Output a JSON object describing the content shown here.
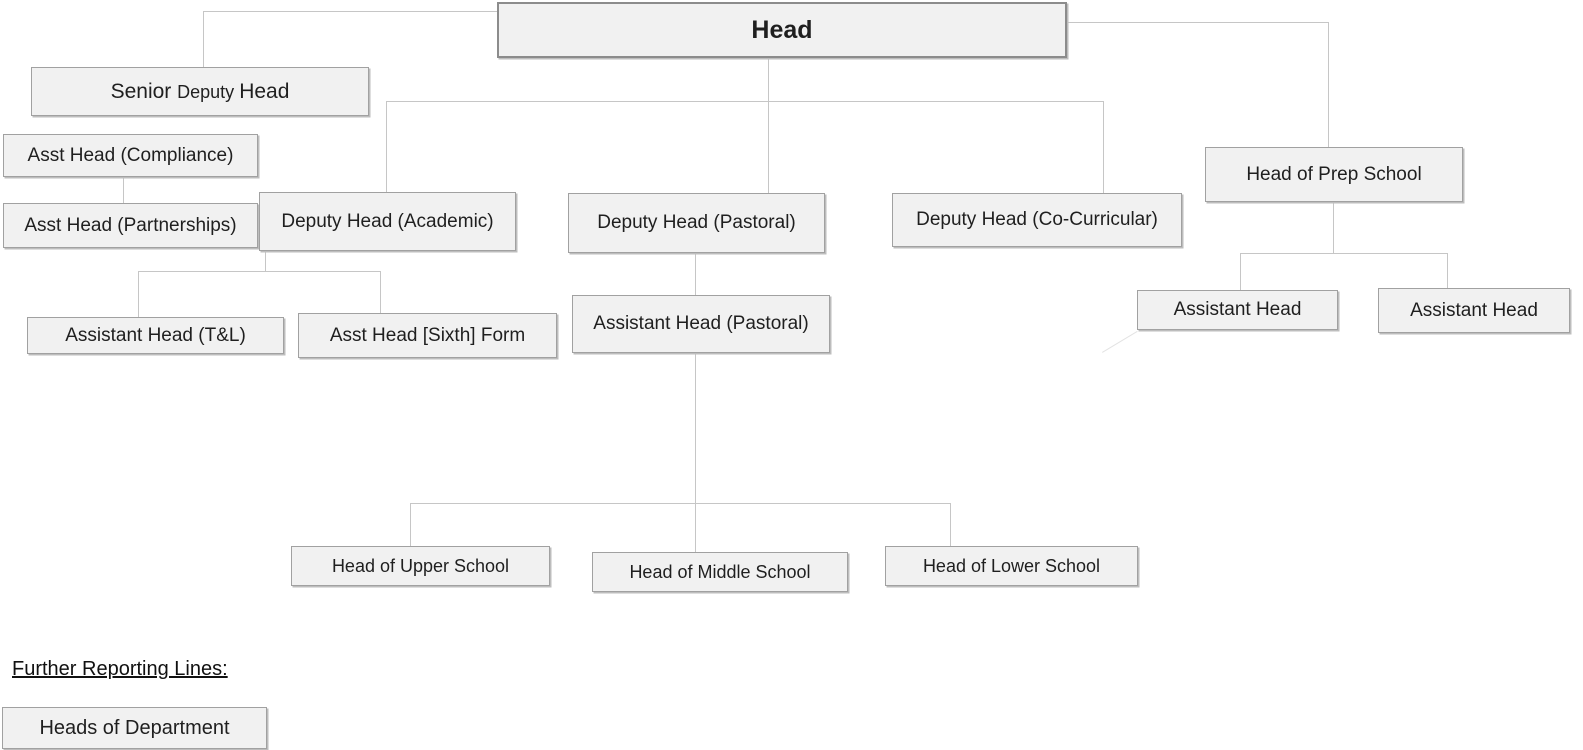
{
  "colors": {
    "node_fill": "#f1f1f1",
    "node_border": "#a1a1a1",
    "head_node_border": "#8c8c8c",
    "connector": "#c6c6c6",
    "text": "#1f1f1f"
  },
  "nodes": {
    "head": {
      "label": "Head"
    },
    "senior_deputy_head": {
      "label": "Senior Deputy Head",
      "part1": "Senior ",
      "part2": "Deputy ",
      "part3": "Head"
    },
    "asst_head_compliance": {
      "label": "Asst Head (Compliance)"
    },
    "asst_head_partnerships": {
      "label": "Asst Head (Partnerships)"
    },
    "deputy_head_academic": {
      "label": "Deputy Head (Academic)"
    },
    "deputy_head_pastoral": {
      "label": "Deputy Head (Pastoral)"
    },
    "deputy_head_cocurricular": {
      "label": "Deputy Head (Co-Curricular)"
    },
    "head_of_prep_school": {
      "label": "Head of Prep School"
    },
    "assistant_head_tl": {
      "label": "Assistant Head (T&L)"
    },
    "asst_head_sixth_form": {
      "label": "Asst Head [Sixth] Form"
    },
    "assistant_head_pastoral": {
      "label": "Assistant Head (Pastoral)"
    },
    "assistant_head_prep_1": {
      "label": "Assistant Head"
    },
    "assistant_head_prep_2": {
      "label": "Assistant Head"
    },
    "head_of_upper_school": {
      "label": "Head of Upper School"
    },
    "head_of_middle_school": {
      "label": "Head of Middle School"
    },
    "head_of_lower_school": {
      "label": "Head of Lower School"
    },
    "heads_of_department": {
      "label": "Heads of Department"
    }
  },
  "edges": [
    [
      "head",
      "senior_deputy_head"
    ],
    [
      "head",
      "deputy_head_academic"
    ],
    [
      "head",
      "deputy_head_pastoral"
    ],
    [
      "head",
      "deputy_head_cocurricular"
    ],
    [
      "head",
      "head_of_prep_school"
    ],
    [
      "asst_head_compliance",
      "asst_head_partnerships"
    ],
    [
      "deputy_head_academic",
      "assistant_head_tl"
    ],
    [
      "deputy_head_academic",
      "asst_head_sixth_form"
    ],
    [
      "deputy_head_pastoral",
      "assistant_head_pastoral"
    ],
    [
      "assistant_head_pastoral",
      "head_of_upper_school"
    ],
    [
      "assistant_head_pastoral",
      "head_of_middle_school"
    ],
    [
      "assistant_head_pastoral",
      "head_of_lower_school"
    ],
    [
      "head_of_prep_school",
      "assistant_head_prep_1"
    ],
    [
      "head_of_prep_school",
      "assistant_head_prep_2"
    ]
  ],
  "legend": {
    "title": "Further Reporting Lines:",
    "items": [
      {
        "label": "Heads of Department"
      }
    ]
  }
}
